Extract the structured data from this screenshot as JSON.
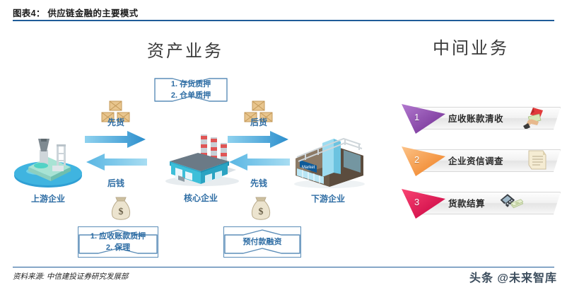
{
  "header": {
    "title": "图表4： 供应链金融的主要模式",
    "rule_color": "#1f5c99"
  },
  "footer": {
    "source": "资料来源: 中信建投证券研究发展部",
    "watermark": "头条 @未来智库"
  },
  "sections": {
    "asset": {
      "heading": "资产业务"
    },
    "intermediary": {
      "heading": "中间业务"
    }
  },
  "diagram": {
    "nodes": [
      {
        "id": "upstream",
        "label": "上游企业",
        "icon": "oil-platform-icon"
      },
      {
        "id": "core",
        "label": "核心企业",
        "icon": "factory-icon"
      },
      {
        "id": "downstream",
        "label": "下游企业",
        "icon": "storefront-icon"
      }
    ],
    "flows": [
      {
        "id": "left",
        "top_label": "先货",
        "bottom_label": "后钱",
        "top_arrow": "arrow-right-icon",
        "bottom_arrow": "arrow-left-icon",
        "crates_icon": "cargo-crates-icon",
        "money_icon": "money-bag-icon"
      },
      {
        "id": "right",
        "top_label": "后货",
        "bottom_label": "先钱",
        "top_arrow": "arrow-right-icon",
        "bottom_arrow": "arrow-left-icon",
        "crates_icon": "cargo-crates-icon",
        "money_icon": "money-bag-icon"
      }
    ],
    "callouts": [
      {
        "id": "inventory",
        "lines": [
          "1. 存货质押",
          "2. 仓单质押"
        ]
      },
      {
        "id": "receivable",
        "lines": [
          "1. 应收账款质押",
          "2. 保理"
        ]
      },
      {
        "id": "prepay",
        "lines": [
          "预付款融资"
        ]
      }
    ],
    "accent_blue": "#2e6da4",
    "arrow_blue_dark": "#2f8fd0",
    "arrow_blue_light": "#7fc4e8"
  },
  "services": [
    {
      "number": "1",
      "label": "应收账款清收",
      "color_from": "#a259c4",
      "color_to": "#6f2b90",
      "icon": "hand-with-cash-icon"
    },
    {
      "number": "2",
      "label": "企业资信调查",
      "color_from": "#fbb97a",
      "color_to": "#f07c1f",
      "icon": "document-icon"
    },
    {
      "number": "3",
      "label": "货款结算",
      "color_from": "#f4215c",
      "color_to": "#c9003f",
      "icon": "calculator-cash-icon"
    }
  ]
}
